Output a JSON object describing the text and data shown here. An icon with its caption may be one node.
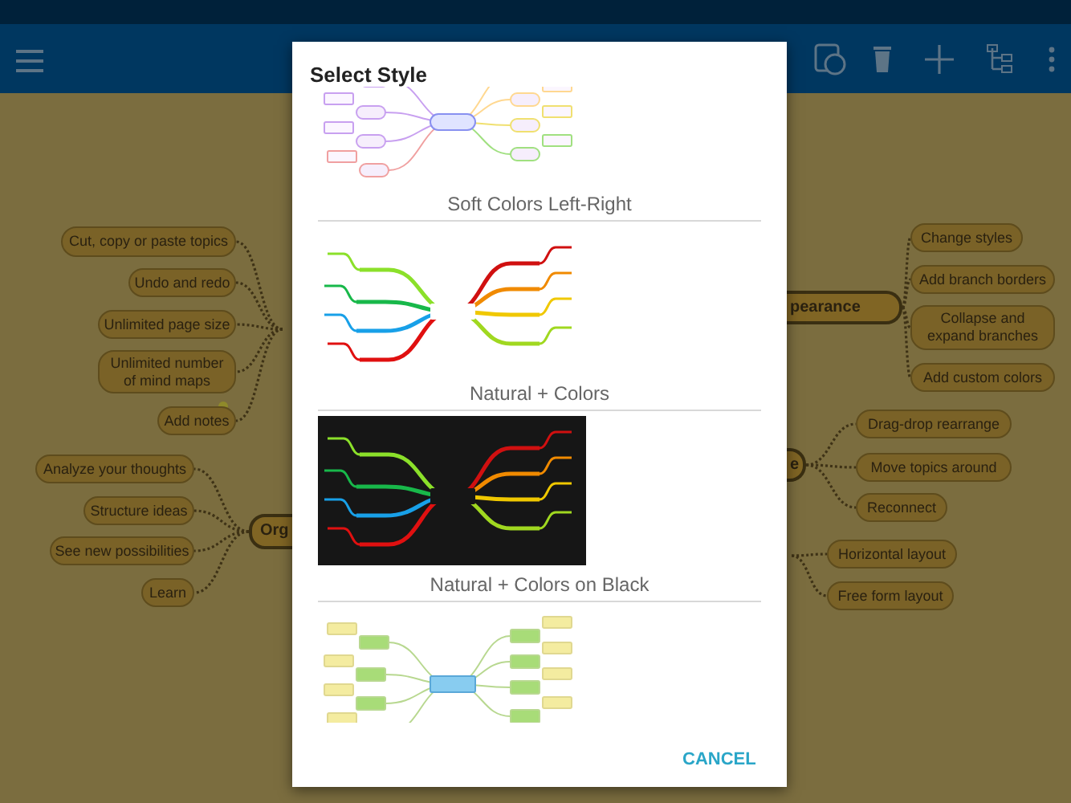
{
  "diagram": {
    "nodes": [
      {
        "text": [
          "Cut, copy or paste topics"
        ]
      },
      {
        "text": [
          "Undo and redo"
        ]
      },
      {
        "text": [
          "Unlimited page size"
        ]
      },
      {
        "text": [
          "Unlimited number of mind maps"
        ]
      },
      {
        "text": [
          "Add notes"
        ]
      },
      {
        "text": [
          "Analyze your thoughts"
        ]
      },
      {
        "text": [
          "Structure ideas"
        ]
      },
      {
        "text": [
          "See new possibilities"
        ]
      },
      {
        "text": [
          "Learn"
        ]
      },
      {
        "text": [
          "Org"
        ]
      },
      {
        "text": [
          "pearance"
        ]
      },
      {
        "text": [
          "Change styles"
        ]
      },
      {
        "text": [
          "Add branch borders"
        ]
      },
      {
        "text": [
          "Collapse and expand branches"
        ]
      },
      {
        "text": [
          "Add custom colors"
        ]
      },
      {
        "text": [
          "e"
        ]
      },
      {
        "text": [
          "Drag-drop rearrange"
        ]
      },
      {
        "text": [
          "Move topics around"
        ]
      },
      {
        "text": [
          "Reconnect"
        ]
      },
      {
        "text": [
          "Horizontal layout"
        ]
      },
      {
        "text": [
          "Free form layout"
        ]
      }
    ],
    "edges": [
      {
        "from": null,
        "to": 0,
        "arrow": "none"
      },
      {
        "from": null,
        "to": 1,
        "arrow": "none"
      },
      {
        "from": null,
        "to": 2,
        "arrow": "none"
      },
      {
        "from": null,
        "to": 3,
        "arrow": "none"
      },
      {
        "from": null,
        "to": 4,
        "arrow": "none"
      },
      {
        "from": 9,
        "to": 5,
        "arrow": "none"
      },
      {
        "from": 9,
        "to": 6,
        "arrow": "none"
      },
      {
        "from": 9,
        "to": 7,
        "arrow": "none"
      },
      {
        "from": 9,
        "to": 8,
        "arrow": "none"
      },
      {
        "from": 10,
        "to": 11,
        "arrow": "none"
      },
      {
        "from": 10,
        "to": 12,
        "arrow": "none"
      },
      {
        "from": 10,
        "to": 13,
        "arrow": "none"
      },
      {
        "from": 10,
        "to": 14,
        "arrow": "none"
      },
      {
        "from": 15,
        "to": 16,
        "arrow": "none"
      },
      {
        "from": 15,
        "to": 17,
        "arrow": "none"
      },
      {
        "from": 15,
        "to": 18,
        "arrow": "none"
      },
      {
        "from": null,
        "to": 19,
        "arrow": "none"
      },
      {
        "from": null,
        "to": 20,
        "arrow": "none"
      }
    ],
    "labels": [
      "Select Style",
      "Soft Colors Left-Right",
      "Natural + Colors",
      "Natural + Colors on Black",
      "CANCEL"
    ]
  }
}
